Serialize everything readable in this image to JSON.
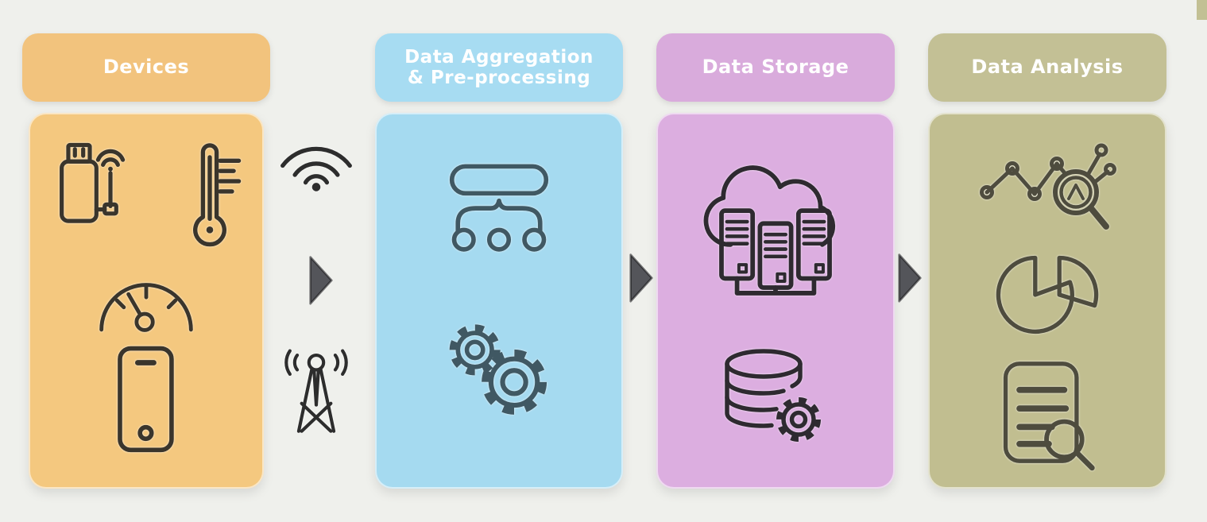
{
  "page": {
    "background": "#eff0ec",
    "corner_artifact_color": "#c2c094"
  },
  "columns": [
    {
      "id": "devices",
      "header": {
        "line1": "Devices"
      },
      "colors": {
        "header_bg": "#f2c37d",
        "header_text": "#ffffff",
        "panel_bg": "#f4c87f",
        "icon": "#3a352c"
      },
      "icons": [
        "usb-dongle",
        "thermometer",
        "gauge",
        "smartphone"
      ]
    },
    {
      "id": "data-aggregation",
      "header": {
        "line1": "Data Aggregation",
        "line2": "& Pre-processing"
      },
      "colors": {
        "header_bg": "#a7dcf2",
        "header_text": "#ffffff",
        "panel_bg": "#a5daf0",
        "icon": "#405863"
      },
      "icons": [
        "aggregation-flow",
        "gears"
      ]
    },
    {
      "id": "data-storage",
      "header": {
        "line1": "Data Storage"
      },
      "colors": {
        "header_bg": "#d9abdc",
        "header_text": "#ffffff",
        "panel_bg": "#dcaee0",
        "icon": "#2e2a30"
      },
      "icons": [
        "cloud-servers",
        "database-gear"
      ]
    },
    {
      "id": "data-analysis",
      "header": {
        "line1": "Data Analysis"
      },
      "colors": {
        "header_bg": "#c3c095",
        "header_text": "#ffffff",
        "panel_bg": "#c1be90",
        "icon": "#4e4c3e"
      },
      "icons": [
        "trend-magnifier",
        "pie-chart",
        "report-magnifier"
      ]
    }
  ],
  "connectors": {
    "between_devices_and_aggregation": [
      "wifi-signal",
      "flow-arrow",
      "radio-tower"
    ],
    "between_aggregation_and_storage": [
      "flow-arrow"
    ],
    "between_storage_and_analysis": [
      "flow-arrow"
    ],
    "signal_icon_color": "#2d2d2d",
    "arrow_fill": "#54555a"
  }
}
